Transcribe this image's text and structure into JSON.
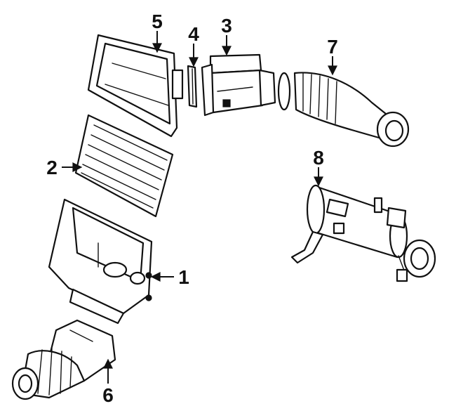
{
  "callouts": [
    {
      "id": "1",
      "label": "1"
    },
    {
      "id": "2",
      "label": "2"
    },
    {
      "id": "3",
      "label": "3"
    },
    {
      "id": "4",
      "label": "4"
    },
    {
      "id": "5",
      "label": "5"
    },
    {
      "id": "6",
      "label": "6"
    },
    {
      "id": "7",
      "label": "7"
    },
    {
      "id": "8",
      "label": "8"
    }
  ],
  "colors": {
    "ink": "#111111",
    "paper": "#ffffff"
  }
}
